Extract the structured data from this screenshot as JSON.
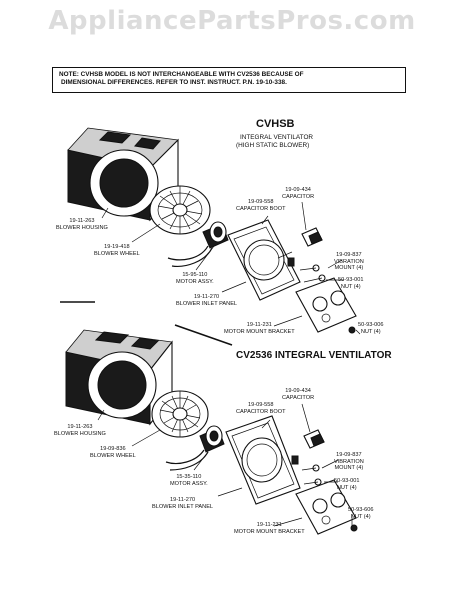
{
  "watermark": "AppliancePartsPros.com",
  "note": {
    "line1": "NOTE:  CVHSB MODEL IS NOT INTERCHANGEABLE WITH CV2536 BECAUSE OF",
    "line2": "DIMENSIONAL DIFFERENCES.  REFER TO INST. INSTRUCT. P.N. 19-10-338."
  },
  "cvhsb": {
    "title": "CVHSB",
    "subtitle_1": "INTEGRAL VENTILATOR",
    "subtitle_2": "(HIGH STATIC BLOWER)",
    "parts": {
      "blower_housing": [
        "19-11-263",
        "BLOWER HOUSING"
      ],
      "blower_wheel": [
        "19-19-418",
        "BLOWER WHEEL"
      ],
      "motor_assy": [
        "15-95-110",
        "MOTOR ASSY."
      ],
      "blower_inlet_panel": [
        "19-11-270",
        "BLOWER INLET PANEL"
      ],
      "capacitor_boot": [
        "19-09-558",
        "CAPACITOR BOOT"
      ],
      "capacitor": [
        "19-09-434",
        "CAPACITOR"
      ],
      "vibration_mount": [
        "19-09-837",
        "VIBRATION",
        "MOUNT (4)"
      ],
      "nut": [
        "50-93-001",
        "NUT (4)"
      ],
      "motor_mount_bracket": [
        "19-11-231",
        "MOTOR MOUNT BRACKET"
      ],
      "screw_nut": [
        "50-93-006",
        "NUT (4)"
      ]
    }
  },
  "cv2536": {
    "title": "CV2536 INTEGRAL VENTILATOR",
    "parts": {
      "blower_housing": [
        "19-11-263",
        "BLOWER HOUSING"
      ],
      "blower_wheel": [
        "19-09-836",
        "BLOWER WHEEL"
      ],
      "motor_assy": [
        "15-35-110",
        "MOTOR ASSY."
      ],
      "blower_inlet_panel": [
        "19-11-270",
        "BLOWER INLET PANEL"
      ],
      "capacitor_boot": [
        "19-09-558",
        "CAPACITOR BOOT"
      ],
      "capacitor": [
        "19-09-434",
        "CAPACITOR"
      ],
      "vibration_mount": [
        "19-09-837",
        "VIBRATION",
        "MOUNT (4)"
      ],
      "nut": [
        "50-93-001",
        "NUT (4)"
      ],
      "motor_mount_bracket": [
        "19-11-231",
        "MOTOR MOUNT BRACKET"
      ],
      "screw_nut": [
        "50-93-606",
        "NUT (4)"
      ]
    }
  }
}
